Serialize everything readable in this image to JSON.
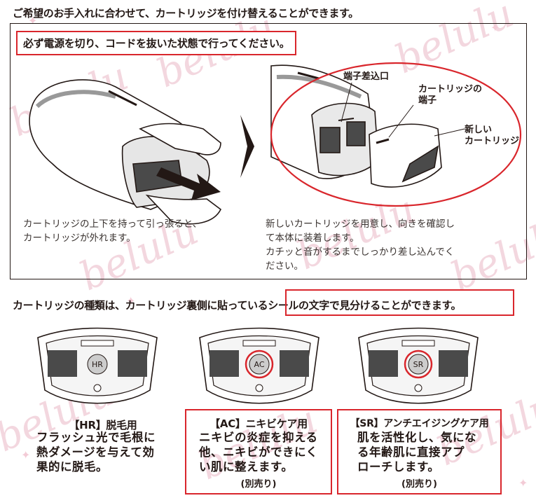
{
  "header_note": "ご希望のお手入れに合わせて、カートリッジを付け替えることができます。",
  "warning": "必ず電源を切り、コードを抜いた状態で行ってください。",
  "step1_caption": [
    "カートリッジの上下を持って引っ張ると、",
    "カートリッジが外れます。"
  ],
  "step2_caption": [
    "新しいカートリッジを用意し、向きを確認し",
    "て本体に装着します。",
    "カチッと音がするまでしっかり差し込んでく",
    "ださい。"
  ],
  "callouts": {
    "terminal_slot": "端子差込口",
    "cartridge_terminal": [
      "カートリッジの",
      "端子"
    ],
    "new_cartridge": [
      "新しい",
      "カートリッジ"
    ]
  },
  "types_heading": "カートリッジの種類は、カートリッジ裏側に貼っているシールの文字で見分けることができます。",
  "cartridges": [
    {
      "code": "HR",
      "title": "【HR】脱毛用",
      "desc": [
        "フラッシュ光で毛根に",
        "熱ダメージを与えて効",
        "果的に脱毛。"
      ],
      "note": "",
      "highlight": false
    },
    {
      "code": "AC",
      "title": "【AC】ニキビケア用",
      "desc": [
        "ニキビの炎症を抑える",
        "他、ニキビができにく",
        "い肌に整えます。"
      ],
      "note": "(別売り)",
      "highlight": true
    },
    {
      "code": "SR",
      "title": "【SR】アンチエイジングケア用",
      "desc": [
        "肌を活性化し、気にな",
        "る年齢肌に直接アプ",
        "ローチします。"
      ],
      "note": "(別売り)",
      "highlight": true
    }
  ],
  "watermark": "belulu",
  "colors": {
    "accent_red": "#d9262c",
    "ink": "#231815",
    "watermark": "#f3d7df"
  }
}
